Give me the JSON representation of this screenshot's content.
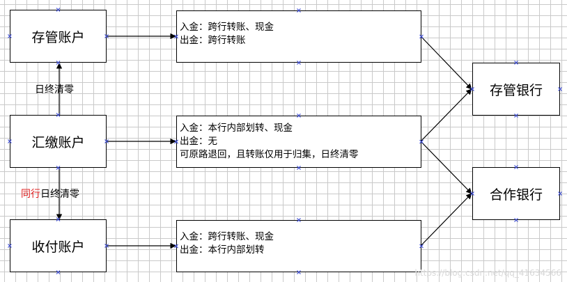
{
  "accounts": {
    "custody": "存管账户",
    "collection": "汇缴账户",
    "payment": "收付账户"
  },
  "info": {
    "custody": [
      "入金：跨行转账、现金",
      "出金：跨行转账"
    ],
    "collection": [
      "入金：本行内部划转、现金",
      "出金：无",
      "可原路退回，且转账仅用于归集，日终清零"
    ],
    "payment": [
      "入金：跨行转账、现金",
      "出金：本行内部划转"
    ]
  },
  "banks": {
    "custody": "存管银行",
    "partner": "合作银行"
  },
  "edges": {
    "collection_to_custody": "日终清零",
    "collection_to_payment_prefix": "同行",
    "collection_to_payment_suffix": "日终清零"
  },
  "watermark": "https://blog.csdn.net/qq_41634566",
  "colors": {
    "grid": "#c9c9c9",
    "handle": "#3b4bd4",
    "accent_red": "#e02020"
  }
}
